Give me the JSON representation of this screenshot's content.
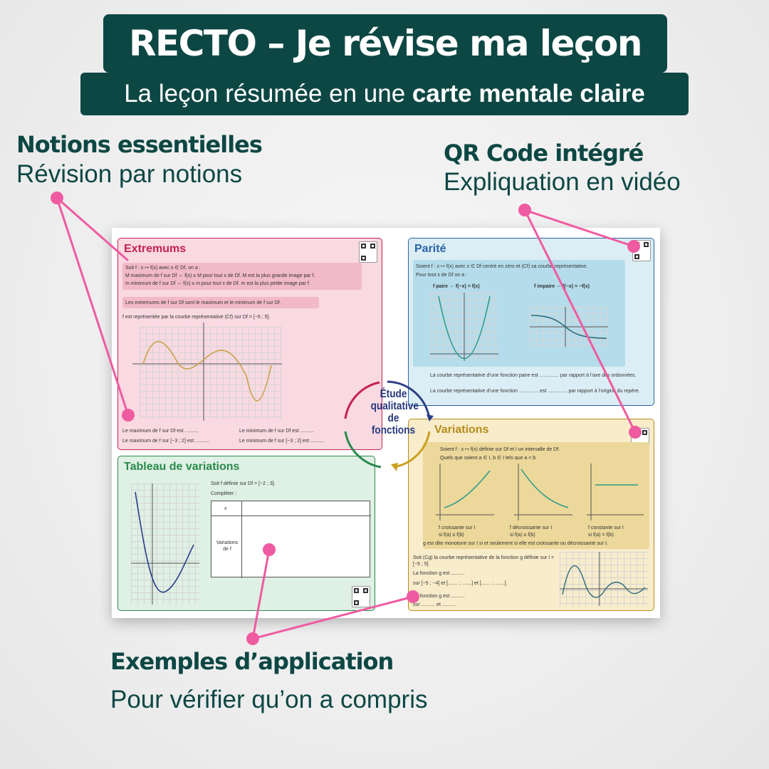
{
  "header": {
    "title": "RECTO – Je révise ma leçon",
    "subtitle_lead": "La leçon résumée en une",
    "subtitle_bold": "carte mentale claire"
  },
  "callouts": {
    "notions": {
      "heading": "Notions essentielles",
      "text": "Révision par notions"
    },
    "qr": {
      "heading": "QR Code intégré",
      "text": "Expliquation en vidéo"
    },
    "exemples": {
      "heading": "Exemples d’application",
      "text": "Pour vérifier qu’on a compris"
    }
  },
  "sheet": {
    "center": "Étude qualitative de fonctions",
    "extremums": {
      "title": "Extremums",
      "def1": "Soit f : x ↦ f(x) avec x ∈ Df, on a :",
      "def2": "M maximum de f sur Df ⇔ f(x) ≤ M pour tout x de Df. M est la plus grande image par f.",
      "def3": "m minimum de f sur Df ⇔ f(x) ≥ m pour tout x de Df. m est la plus petite image par f.",
      "note": "Les extremums de f sur Df sont le maximum et le minimum de f sur Df.",
      "curve_text": "f est représentée par la courbe représentative (Cf) sur Df = [−5 ; 5].",
      "q1": "Le maximum de f sur Df est ..........",
      "q2": "Le minimum de f sur Df est ..........",
      "q3": "Le maximum de f sur [−3 ; 2] est ..........",
      "q4": "Le minimum de f sur [−3 ; 2] est .........."
    },
    "parite": {
      "title": "Parité",
      "intro": "Soient f : x ↦ f(x) avec x ∈ Df centré en zéro et (Cf) sa courbe représentative.",
      "intro2": "Pour tout x de Df on a :",
      "paire": "f paire ⇔ f(−x) = f(x)",
      "impaire": "f impaire ⇔ f(−x) = −f(x)",
      "q1": "La courbe représentative d’une fonction paire est .............. par rapport à l’axe des ordonnées.",
      "q2": "La courbe représentative d’une fonction .............. est .............. par rapport à l’origine du repère."
    },
    "tableau": {
      "title": "Tableau de variations",
      "intro": "Soit f définie sur Df = [−2 ; 3].",
      "task": "Compléter :",
      "row_x": "x",
      "row_var": "Variations de f"
    },
    "variations": {
      "title": "Variations",
      "intro": "Soient f : x ↦ f(x) définie sur Df et I un intervalle de Df.",
      "intro2": "Quels que soient a ∈ I, b ∈ I tels que a < b",
      "c1a": "f croissante sur I",
      "c1b": "si f(a) ≤ f(b)",
      "c2a": "f décroissante sur I",
      "c2b": "si f(a) ≥ f(b)",
      "c3a": "f constante sur I",
      "c3b": "si f(a) = f(b)",
      "mono": "g est dite monotone sur I si et seulement si elle est croissante ou décroissante sur I.",
      "ex1": "Soit (Cg) la courbe représentative de la fonction g définie sur I = [−5 ; 5].",
      "ex2": "La fonction g est ..........",
      "ex3": "sur [−5 ; −4] et [....... ; .......] et [....... ; .......].",
      "ex4": "La fonction g est ..........",
      "ex5": "sur .......... et .........."
    }
  },
  "colors": {
    "dark": "#0d4744",
    "pink": "#ef5ba1",
    "extremums": "#c5214f",
    "parite": "#2b63a7",
    "tableau": "#2a8a4b",
    "variations": "#b58c1a"
  }
}
